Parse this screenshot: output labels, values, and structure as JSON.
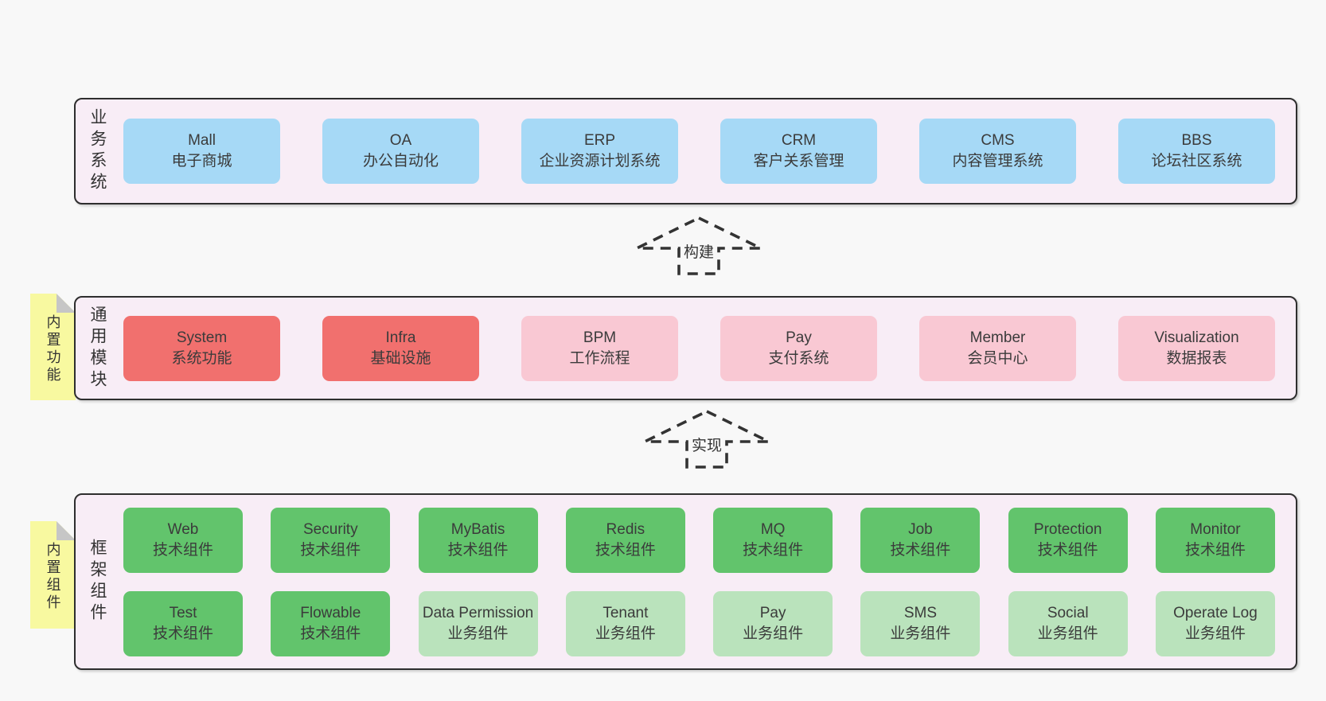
{
  "colors": {
    "page_bg": "#f8f8f8",
    "band_bg": "#f8edf6",
    "band_border": "#2e2e2e",
    "blue": "#a6d9f6",
    "red": "#f1706e",
    "pink": "#f9c8d3",
    "green": "#62c46c",
    "lightgreen": "#bae3bc",
    "note_yellow": "#f8f9a0",
    "note_fold": "#c6c6c6",
    "text": "#3b3b3b",
    "arrow": "#333333"
  },
  "bands": [
    {
      "label": "业务系统",
      "rows": [
        [
          {
            "en": "Mall",
            "zh": "电子商城",
            "variant": "blue"
          },
          {
            "en": "OA",
            "zh": "办公自动化",
            "variant": "blue"
          },
          {
            "en": "ERP",
            "zh": "企业资源计划系统",
            "variant": "blue"
          },
          {
            "en": "CRM",
            "zh": "客户关系管理",
            "variant": "blue"
          },
          {
            "en": "CMS",
            "zh": "内容管理系统",
            "variant": "blue"
          },
          {
            "en": "BBS",
            "zh": "论坛社区系统",
            "variant": "blue"
          }
        ]
      ]
    },
    {
      "label": "通用模块",
      "note": "内置功能",
      "rows": [
        [
          {
            "en": "System",
            "zh": "系统功能",
            "variant": "red"
          },
          {
            "en": "Infra",
            "zh": "基础设施",
            "variant": "red"
          },
          {
            "en": "BPM",
            "zh": "工作流程",
            "variant": "pink"
          },
          {
            "en": "Pay",
            "zh": "支付系统",
            "variant": "pink"
          },
          {
            "en": "Member",
            "zh": "会员中心",
            "variant": "pink"
          },
          {
            "en": "Visualization",
            "zh": "数据报表",
            "variant": "pink"
          }
        ]
      ]
    },
    {
      "label": "框架组件",
      "note": "内置组件",
      "rows": [
        [
          {
            "en": "Web",
            "zh": "技术组件",
            "variant": "green"
          },
          {
            "en": "Security",
            "zh": "技术组件",
            "variant": "green"
          },
          {
            "en": "MyBatis",
            "zh": "技术组件",
            "variant": "green"
          },
          {
            "en": "Redis",
            "zh": "技术组件",
            "variant": "green"
          },
          {
            "en": "MQ",
            "zh": "技术组件",
            "variant": "green"
          },
          {
            "en": "Job",
            "zh": "技术组件",
            "variant": "green"
          },
          {
            "en": "Protection",
            "zh": "技术组件",
            "variant": "green"
          },
          {
            "en": "Monitor",
            "zh": "技术组件",
            "variant": "green"
          }
        ],
        [
          {
            "en": "Test",
            "zh": "技术组件",
            "variant": "green"
          },
          {
            "en": "Flowable",
            "zh": "技术组件",
            "variant": "green"
          },
          {
            "en": "Data Permission",
            "zh": "业务组件",
            "variant": "lightgreen"
          },
          {
            "en": "Tenant",
            "zh": "业务组件",
            "variant": "lightgreen"
          },
          {
            "en": "Pay",
            "zh": "业务组件",
            "variant": "lightgreen"
          },
          {
            "en": "SMS",
            "zh": "业务组件",
            "variant": "lightgreen"
          },
          {
            "en": "Social",
            "zh": "业务组件",
            "variant": "lightgreen"
          },
          {
            "en": "Operate Log",
            "zh": "业务组件",
            "variant": "lightgreen"
          }
        ]
      ]
    }
  ],
  "arrows": [
    {
      "label": "构建"
    },
    {
      "label": "实现"
    }
  ]
}
